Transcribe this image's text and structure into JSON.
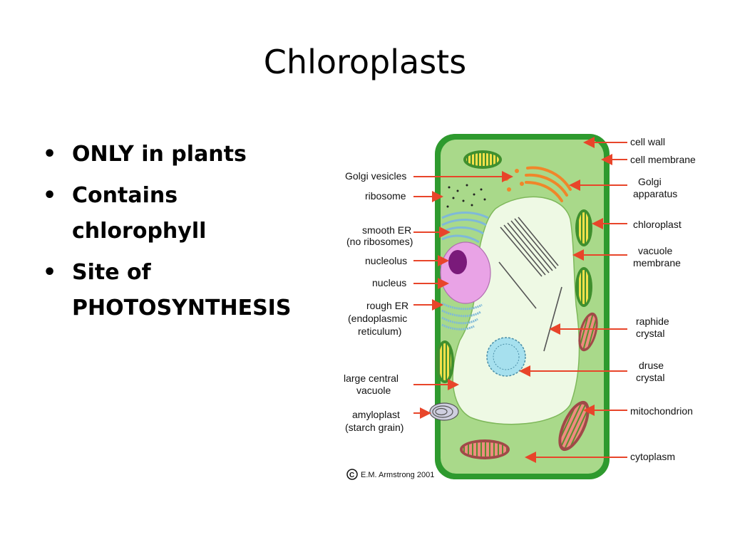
{
  "title": "Chloroplasts",
  "bullets": [
    {
      "line1": "ONLY in plants",
      "line2": ""
    },
    {
      "line1": "Contains",
      "line2": "chlorophyll"
    },
    {
      "line1": "Site of",
      "line2": "PHOTOSYNTHESIS"
    }
  ],
  "diagram": {
    "labels_left": {
      "golgi_vesicles": "Golgi vesicles",
      "ribosome": "ribosome",
      "smooth_er_1": "smooth ER",
      "smooth_er_2": "(no ribosomes)",
      "nucleolus": "nucleolus",
      "nucleus": "nucleus",
      "rough_er_1": "rough ER",
      "rough_er_2": "(endoplasmic",
      "rough_er_3": "reticulum)",
      "vacuole_1": "large central",
      "vacuole_2": "vacuole",
      "amyloplast_1": "amyloplast",
      "amyloplast_2": "(starch grain)"
    },
    "labels_right": {
      "cell_wall": "cell wall",
      "cell_membrane": "cell membrane",
      "golgi_1": "Golgi",
      "golgi_2": "apparatus",
      "chloroplast": "chloroplast",
      "vacuole_membrane_1": "vacuole",
      "vacuole_membrane_2": "membrane",
      "raphide_1": "raphide",
      "raphide_2": "crystal",
      "druse_1": "druse",
      "druse_2": "crystal",
      "mitochondrion": "mitochondrion",
      "cytoplasm": "cytoplasm"
    },
    "credit": "E.M. Armstrong 2001",
    "colors": {
      "cell_wall": "#2e9a2e",
      "cytoplasm": "#a9d98a",
      "vacuole": "#eef9e4",
      "arrow": "#e8452a",
      "nucleus": "#e9a3e6",
      "nucleolus": "#7a1a7a",
      "golgi": "#f0862a",
      "er": "#7fb9d8",
      "chloroplast": "#f4e04a",
      "mitochondrion": "#f08a80"
    }
  }
}
